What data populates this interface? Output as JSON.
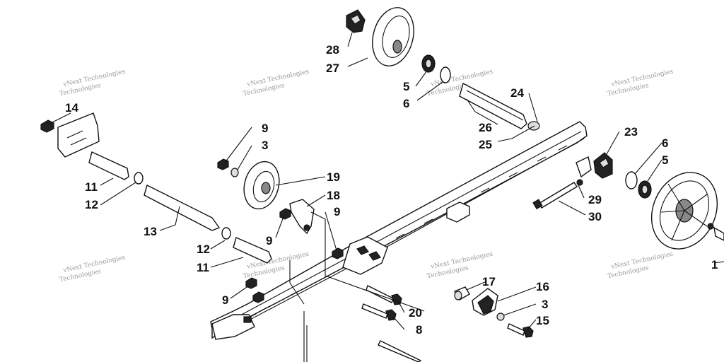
{
  "diagram": {
    "callouts": [
      {
        "id": "c28",
        "text": "28"
      },
      {
        "id": "c27",
        "text": "27"
      },
      {
        "id": "c5a",
        "text": "5"
      },
      {
        "id": "c6a",
        "text": "6"
      },
      {
        "id": "c24",
        "text": "24"
      },
      {
        "id": "c26",
        "text": "26"
      },
      {
        "id": "c25",
        "text": "25"
      },
      {
        "id": "c23",
        "text": "23"
      },
      {
        "id": "c6b",
        "text": "6"
      },
      {
        "id": "c5b",
        "text": "5"
      },
      {
        "id": "c29",
        "text": "29"
      },
      {
        "id": "c30",
        "text": "30"
      },
      {
        "id": "c14",
        "text": "14"
      },
      {
        "id": "c11a",
        "text": "11"
      },
      {
        "id": "c12a",
        "text": "12"
      },
      {
        "id": "c13",
        "text": "13"
      },
      {
        "id": "c12b",
        "text": "12"
      },
      {
        "id": "c11b",
        "text": "11"
      },
      {
        "id": "c9a",
        "text": "9"
      },
      {
        "id": "c3a",
        "text": "3"
      },
      {
        "id": "c19",
        "text": "19"
      },
      {
        "id": "c18",
        "text": "18"
      },
      {
        "id": "c9b",
        "text": "9"
      },
      {
        "id": "c9c",
        "text": "9"
      },
      {
        "id": "c9d",
        "text": "9"
      },
      {
        "id": "c17",
        "text": "17"
      },
      {
        "id": "c16",
        "text": "16"
      },
      {
        "id": "c3b",
        "text": "3"
      },
      {
        "id": "c15",
        "text": "15"
      },
      {
        "id": "c20",
        "text": "20"
      },
      {
        "id": "c8",
        "text": "8"
      },
      {
        "id": "c1",
        "text": "1"
      }
    ],
    "watermark": {
      "line1": "vNext Technologies",
      "line2": "Technologies"
    }
  }
}
